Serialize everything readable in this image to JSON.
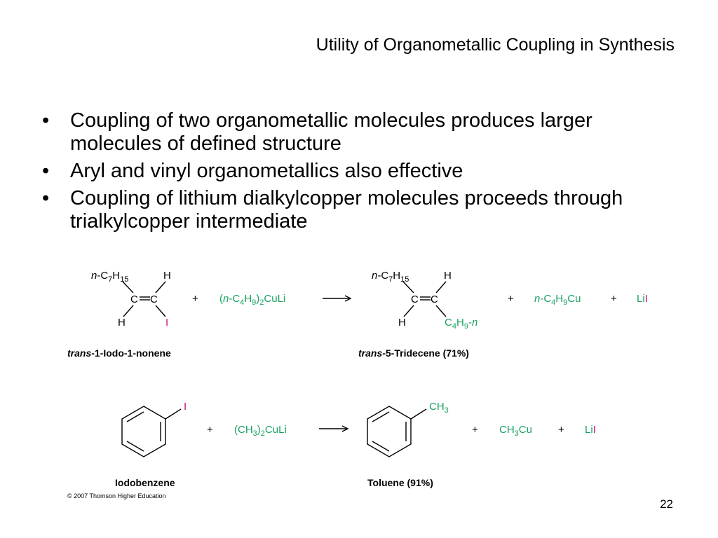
{
  "title": "Utility of Organometallic Coupling in Synthesis",
  "bullets": [
    "Coupling of two organometallic molecules produces larger molecules of defined structure",
    "Aryl and vinyl organometallics also effective",
    "Coupling of lithium dialkylcopper molecules proceeds through trialkylcopper intermediate"
  ],
  "bullet_symbol": "•",
  "page_number": "22",
  "reaction1": {
    "reactant_label_italic": "trans",
    "reactant_label_rest": "-1-Iodo-1-nonene",
    "product_label_italic": "trans",
    "product_label_rest": "-5-Tridecene (71%)"
  },
  "reaction2": {
    "reactant_label": "Iodobenzene",
    "product_label": "Toluene (91%)"
  },
  "copyright": "© 2007 Thomson Higher Education",
  "colors": {
    "reagent": "#19a160",
    "iodine": "#c4127a"
  }
}
